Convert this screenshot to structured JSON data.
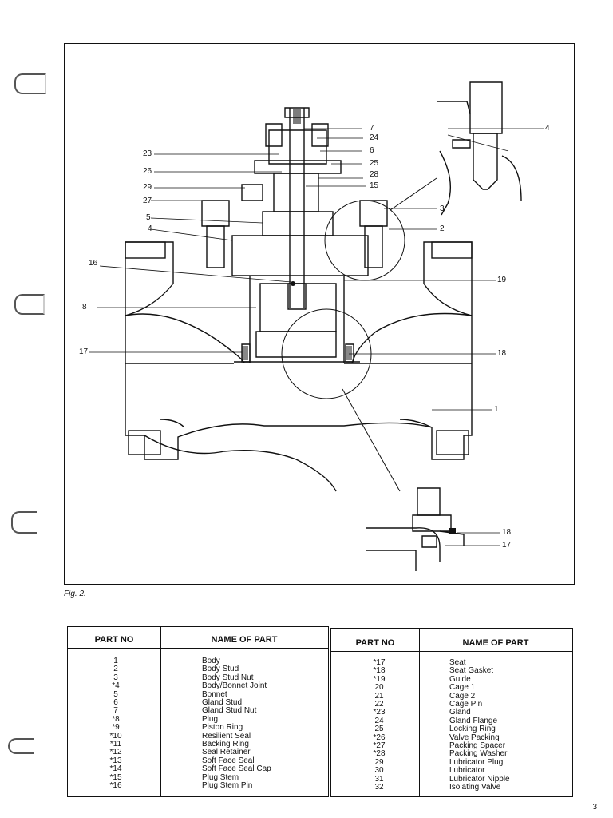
{
  "figure": {
    "caption": "Fig. 2.",
    "callouts": [
      "7",
      "24",
      "6",
      "25",
      "28",
      "15",
      "23",
      "26",
      "29",
      "27",
      "5",
      "4",
      "3",
      "2",
      "4",
      "16",
      "19",
      "8",
      "17",
      "18",
      "1",
      "18",
      "17"
    ]
  },
  "tables": [
    {
      "header_part_no": "PART NO",
      "header_name": "NAME OF PART",
      "rows": [
        {
          "no": "1",
          "name": "Body"
        },
        {
          "no": "2",
          "name": "Body Stud"
        },
        {
          "no": "3",
          "name": "Body Stud Nut"
        },
        {
          "no": "*4",
          "name": "Body/Bonnet Joint"
        },
        {
          "no": "5",
          "name": "Bonnet"
        },
        {
          "no": "6",
          "name": "Gland Stud"
        },
        {
          "no": "7",
          "name": "Gland Stud Nut"
        },
        {
          "no": "*8",
          "name": "Plug"
        },
        {
          "no": "*9",
          "name": "Piston Ring"
        },
        {
          "no": "*10",
          "name": "Resilient Seal"
        },
        {
          "no": "*11",
          "name": "Backing Ring"
        },
        {
          "no": "*12",
          "name": "Seal Retainer"
        },
        {
          "no": "*13",
          "name": "Soft Face Seal"
        },
        {
          "no": "*14",
          "name": "Soft Face Seal Cap"
        },
        {
          "no": "*15",
          "name": "Plug Stem"
        },
        {
          "no": "*16",
          "name": "Plug Stem Pin"
        }
      ]
    },
    {
      "header_part_no": "PART NO",
      "header_name": "NAME OF PART",
      "rows": [
        {
          "no": "*17",
          "name": "Seat"
        },
        {
          "no": "*18",
          "name": "Seat Gasket"
        },
        {
          "no": "*19",
          "name": "Guide"
        },
        {
          "no": "20",
          "name": "Cage 1"
        },
        {
          "no": "21",
          "name": "Cage 2"
        },
        {
          "no": "22",
          "name": "Cage Pin"
        },
        {
          "no": "*23",
          "name": "Gland"
        },
        {
          "no": "24",
          "name": "Gland Flange"
        },
        {
          "no": "25",
          "name": "Locking Ring"
        },
        {
          "no": "*26",
          "name": "Valve Packing"
        },
        {
          "no": "*27",
          "name": "Packing Spacer"
        },
        {
          "no": "*28",
          "name": "Packing Washer"
        },
        {
          "no": "29",
          "name": "Lubricator Plug"
        },
        {
          "no": "30",
          "name": "Lubricator"
        },
        {
          "no": "31",
          "name": "Lubricator Nipple"
        },
        {
          "no": "32",
          "name": "Isolating Valve"
        }
      ]
    }
  ],
  "page_number": "3"
}
